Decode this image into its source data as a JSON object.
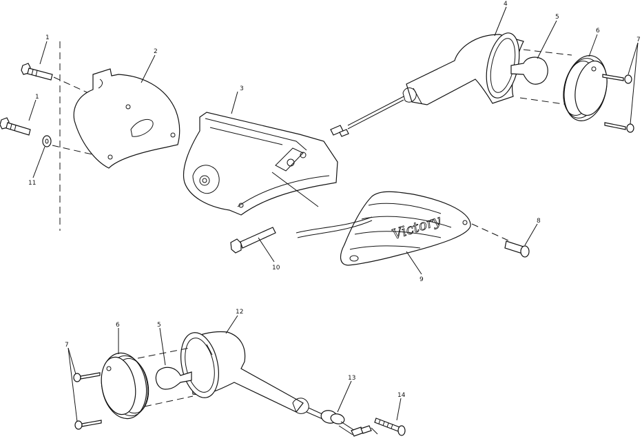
{
  "callouts": {
    "c1a": "1",
    "c1b": "1",
    "c2": "2",
    "c3": "3",
    "c4": "4",
    "c5a": "5",
    "c5b": "5",
    "c6a": "6",
    "c6b": "6",
    "c7a": "7",
    "c7b": "7",
    "c8": "8",
    "c9": "9",
    "c10": "10",
    "c11": "11",
    "c12": "12",
    "c13": "13",
    "c14": "14"
  },
  "lens_logo": "Victory"
}
